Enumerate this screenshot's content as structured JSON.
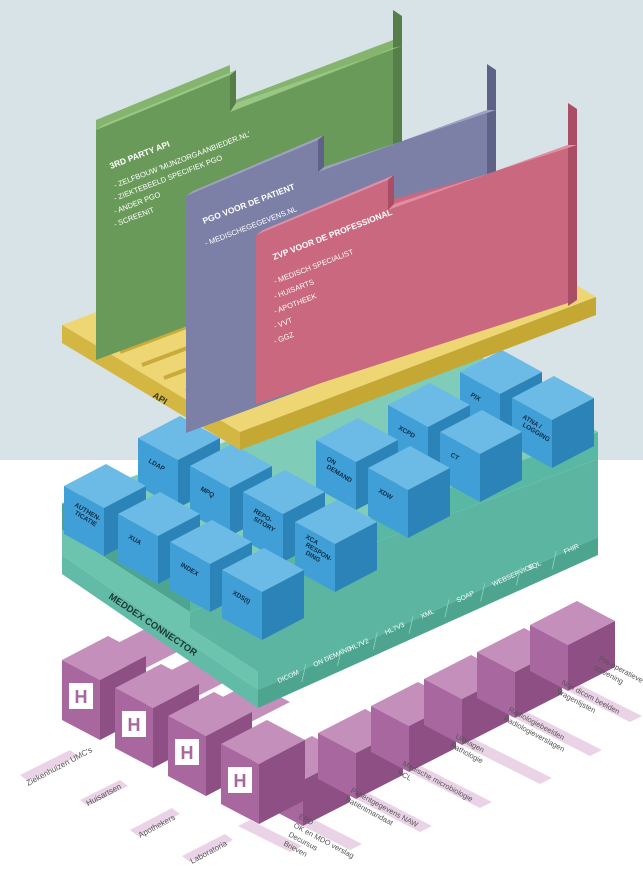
{
  "colors": {
    "background_top": "#d7e3e6",
    "background_bottom": "#ffffff",
    "green_panel": "#6a9a5a",
    "blue_panel": "#7c7fa6",
    "pink_panel": "#c9687f",
    "api_tray": "#e3c54f",
    "module_cube": "#3f9fd6",
    "connector_base": "#58b8a3",
    "source_block": "#a8679e"
  },
  "panels": {
    "third_party": {
      "title": "3RD PARTY API",
      "items": [
        "- ZELFBOUW 'MIJNZORGAANBIEDER.NL'",
        "- ZIEKTEBEELD SPECIFIEK PGO",
        "- ANDER PGO",
        "- SCREENIT"
      ]
    },
    "pgo": {
      "title": "PGO VOOR DE PATIENT",
      "items": [
        "- MEDISCHEGEGEVENS.NL"
      ]
    },
    "zvp": {
      "title": "ZVP VOOR DE PROFESSIONAL",
      "items": [
        "- MEDISCH SPECIALIST",
        "- HUISARTS",
        "- APOTHEEK",
        "- VVT",
        "- GGZ"
      ]
    }
  },
  "api_label": "API",
  "modules": [
    {
      "name": "module-pix",
      "lines": [
        "PIX"
      ]
    },
    {
      "name": "module-atna-logging",
      "lines": [
        "ATNA /",
        "LOGGING"
      ]
    },
    {
      "name": "module-xcpd",
      "lines": [
        "XCPD"
      ]
    },
    {
      "name": "module-ct",
      "lines": [
        "CT"
      ]
    },
    {
      "name": "module-ldap",
      "lines": [
        "LDAP"
      ]
    },
    {
      "name": "module-on-demand",
      "lines": [
        "ON",
        "DEMAND"
      ]
    },
    {
      "name": "module-mpq",
      "lines": [
        "MPQ"
      ]
    },
    {
      "name": "module-xdw",
      "lines": [
        "XDW"
      ]
    },
    {
      "name": "module-authenticatie",
      "lines": [
        "AUTHEN-",
        "TICATIE"
      ]
    },
    {
      "name": "module-repository",
      "lines": [
        "REPO-",
        "SITORY"
      ]
    },
    {
      "name": "module-xua",
      "lines": [
        "XUA"
      ]
    },
    {
      "name": "module-xca-responding",
      "lines": [
        "XCA",
        "RESPON-",
        "DING"
      ]
    },
    {
      "name": "module-index",
      "lines": [
        "INDEX"
      ]
    },
    {
      "name": "module-xds",
      "lines": [
        "XDS(I)"
      ]
    }
  ],
  "connector": {
    "title": "MEDDEX CONNECTOR",
    "protocols": [
      "DICOM",
      "ON DEMAND",
      "HL7V2",
      "HL7V3",
      "XML",
      "SOAP",
      "WEBSERVICE",
      "SQL",
      "FHIR"
    ]
  },
  "sources": {
    "hospital_icon_letter": "H",
    "institutions": [
      "Ziekenhuizen UMC's",
      "Huisartsen",
      "Apothekers",
      "Laboratoria"
    ],
    "data_labels": [
      [
        "EPD",
        "OK en MDO verslag",
        "Decursus",
        "Brieven"
      ],
      [
        "Patiëntgegevens NAW",
        "Patiëntmandaat"
      ],
      [
        "Medische microbiologie",
        "KCL"
      ],
      [
        "Uitslagen",
        "Pathologie"
      ],
      [
        "Radiologiebeelden",
        "Radiologieverslagen"
      ],
      [
        "Non dicom beelden",
        "Vragenlijsten"
      ],
      [
        "Pre-operatieve",
        "screening"
      ]
    ]
  }
}
